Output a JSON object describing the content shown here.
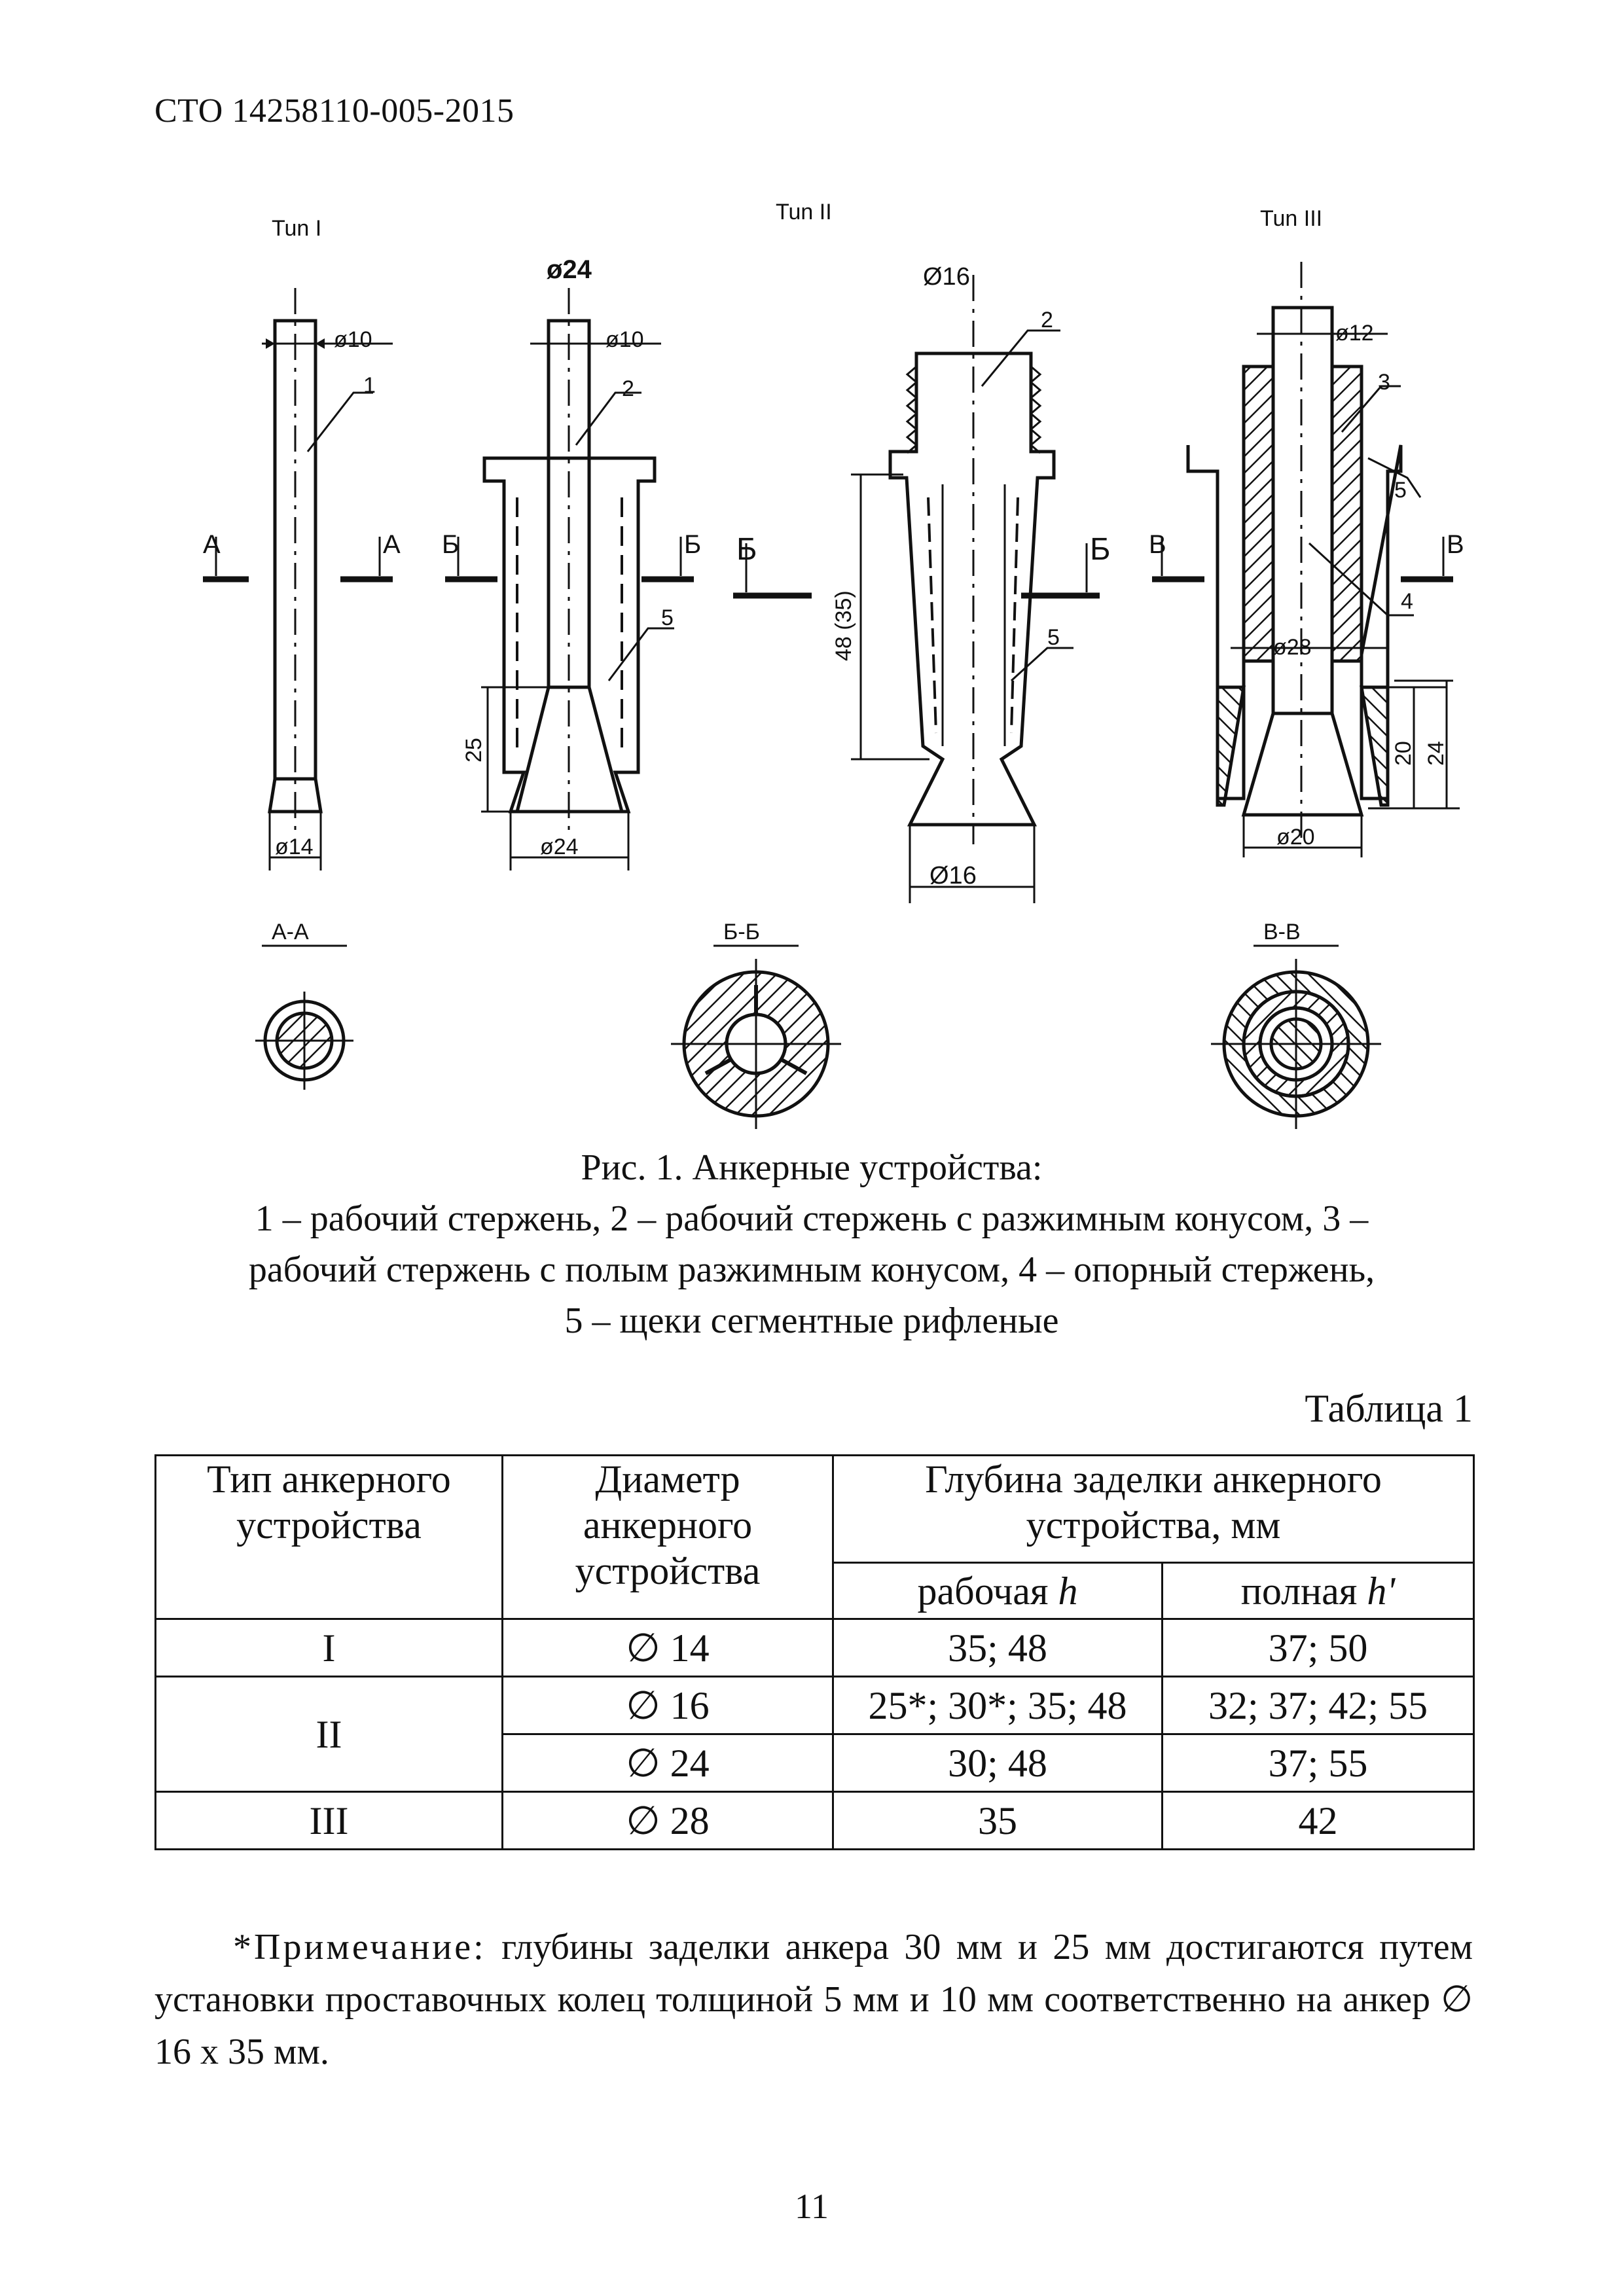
{
  "header": {
    "doc_code": "СТО 14258110-005-2015"
  },
  "figure": {
    "type_labels": [
      "Tun I",
      "Tun II",
      "Tun III"
    ],
    "dims": {
      "t1_top": "ø10",
      "t1_bottom": "ø14",
      "t2a_top_big": "ø24",
      "t2a_top": "ø10",
      "t2a_height": "25",
      "t2a_bottom": "ø24",
      "t2b_top": "Ø16",
      "t2b_height": "48 (35)",
      "t2b_bottom": "Ø16",
      "t3_top": "ø12",
      "t3_mid": "ø28",
      "t3_h1": "20",
      "t3_h2": "24",
      "t3_bottom": "ø20"
    },
    "callouts": {
      "n1": "1",
      "n2": "2",
      "n2b": "2",
      "n3": "3",
      "n4": "4",
      "n5a": "5",
      "n5b": "5",
      "n5c": "5"
    },
    "section_letters": {
      "a": "A",
      "b": "Б",
      "c": "В"
    },
    "section_labels": [
      "A-A",
      "Б-Б",
      "В-В"
    ]
  },
  "caption": {
    "line1": "Рис. 1. Анкерные устройства:",
    "line2": "1 – рабочий стержень, 2 – рабочий стержень с разжимным конусом, 3 –",
    "line3": "рабочий стержень с полым разжимным конусом, 4 – опорный стержень,",
    "line4": "5 – щеки сегментные рифленые"
  },
  "table": {
    "label": "Таблица 1",
    "headers": {
      "type": "Тип анкерного устройства",
      "diameter": "Диаметр анкерного устройства",
      "depth": "Глубина заделки анкерного устройства, мм",
      "working": "рабочая",
      "working_sym": "h",
      "full": "полная",
      "full_sym": "h'"
    },
    "rows": [
      {
        "type": "I",
        "diameter": "∅ 14",
        "working": "35; 48",
        "full": "37; 50"
      },
      {
        "type": "II",
        "diameter": "∅ 16",
        "working": "25*; 30*; 35; 48",
        "full": "32; 37; 42; 55"
      },
      {
        "type": "",
        "diameter": "∅ 24",
        "working": "30; 48",
        "full": "37; 55"
      },
      {
        "type": "III",
        "diameter": "∅ 28",
        "working": "35",
        "full": "42"
      }
    ]
  },
  "note": {
    "label": "*Примечание:",
    "text": "глубины заделки анкера 30 мм и 25 мм достигаются путем установки проставочных колец толщиной 5 мм и 10 мм соответственно на анкер ∅ 16 х 35 мм."
  },
  "footer": {
    "page_number": "11"
  }
}
